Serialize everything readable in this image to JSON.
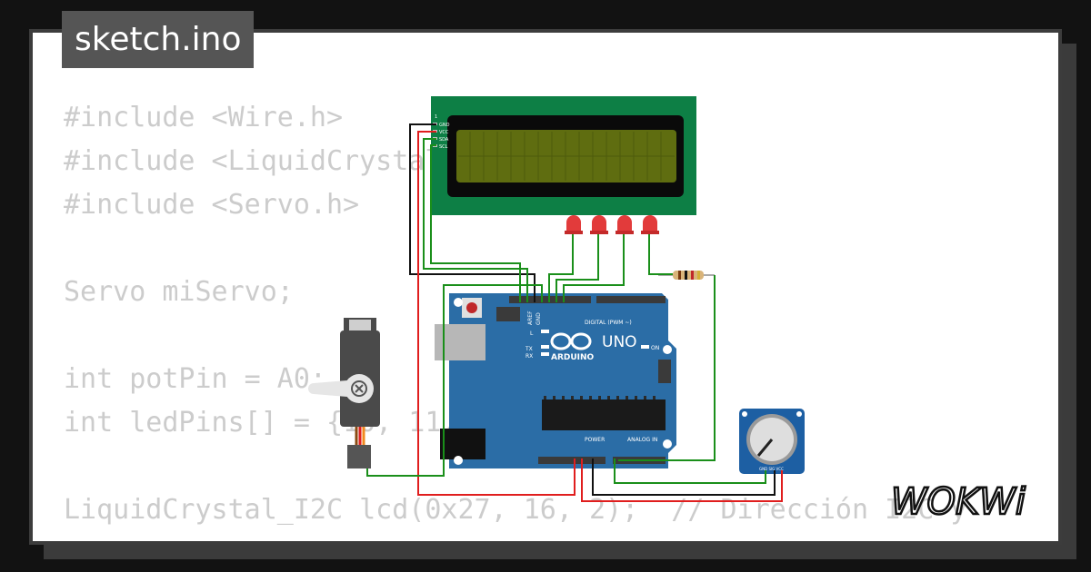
{
  "file": {
    "tab_label": "sketch.ino"
  },
  "code_lines": [
    "#include <Wire.h>",
    "#include <LiquidCrystal_I2C.h>",
    "#include <Servo.h>",
    "",
    "Servo miServo;",
    "",
    "int potPin = A0;",
    "int ledPins[] = {10, 11, 12, 13};",
    "",
    "LiquidCrystal_I2C lcd(0x27, 16, 2);  // Dirección I2C y"
  ],
  "board": {
    "brand": "ARDUINO",
    "model": "UNO",
    "digital_label": "DIGITAL (PWM ~)",
    "analog_label": "ANALOG IN",
    "power_label": "POWER",
    "on_label": "ON",
    "l_label": "L",
    "tx_label": "TX",
    "rx_label": "RX",
    "aref_label": "AREF",
    "gnd_label": "GND"
  },
  "lcd": {
    "pins": [
      "GND",
      "VCC",
      "SDA",
      "SCL"
    ]
  },
  "potentiometer": {
    "pins": "GND SIG VCC"
  },
  "brand_logo": {
    "text": "WOKWi"
  },
  "colors": {
    "wire_black": "#111111",
    "wire_red": "#e01e1e",
    "wire_green": "#1a8f1a",
    "board_blue": "#2b6da6",
    "lcd_green": "#0d7f45",
    "lcd_screen": "#5f6d10",
    "led_red": "#e23b3b"
  }
}
